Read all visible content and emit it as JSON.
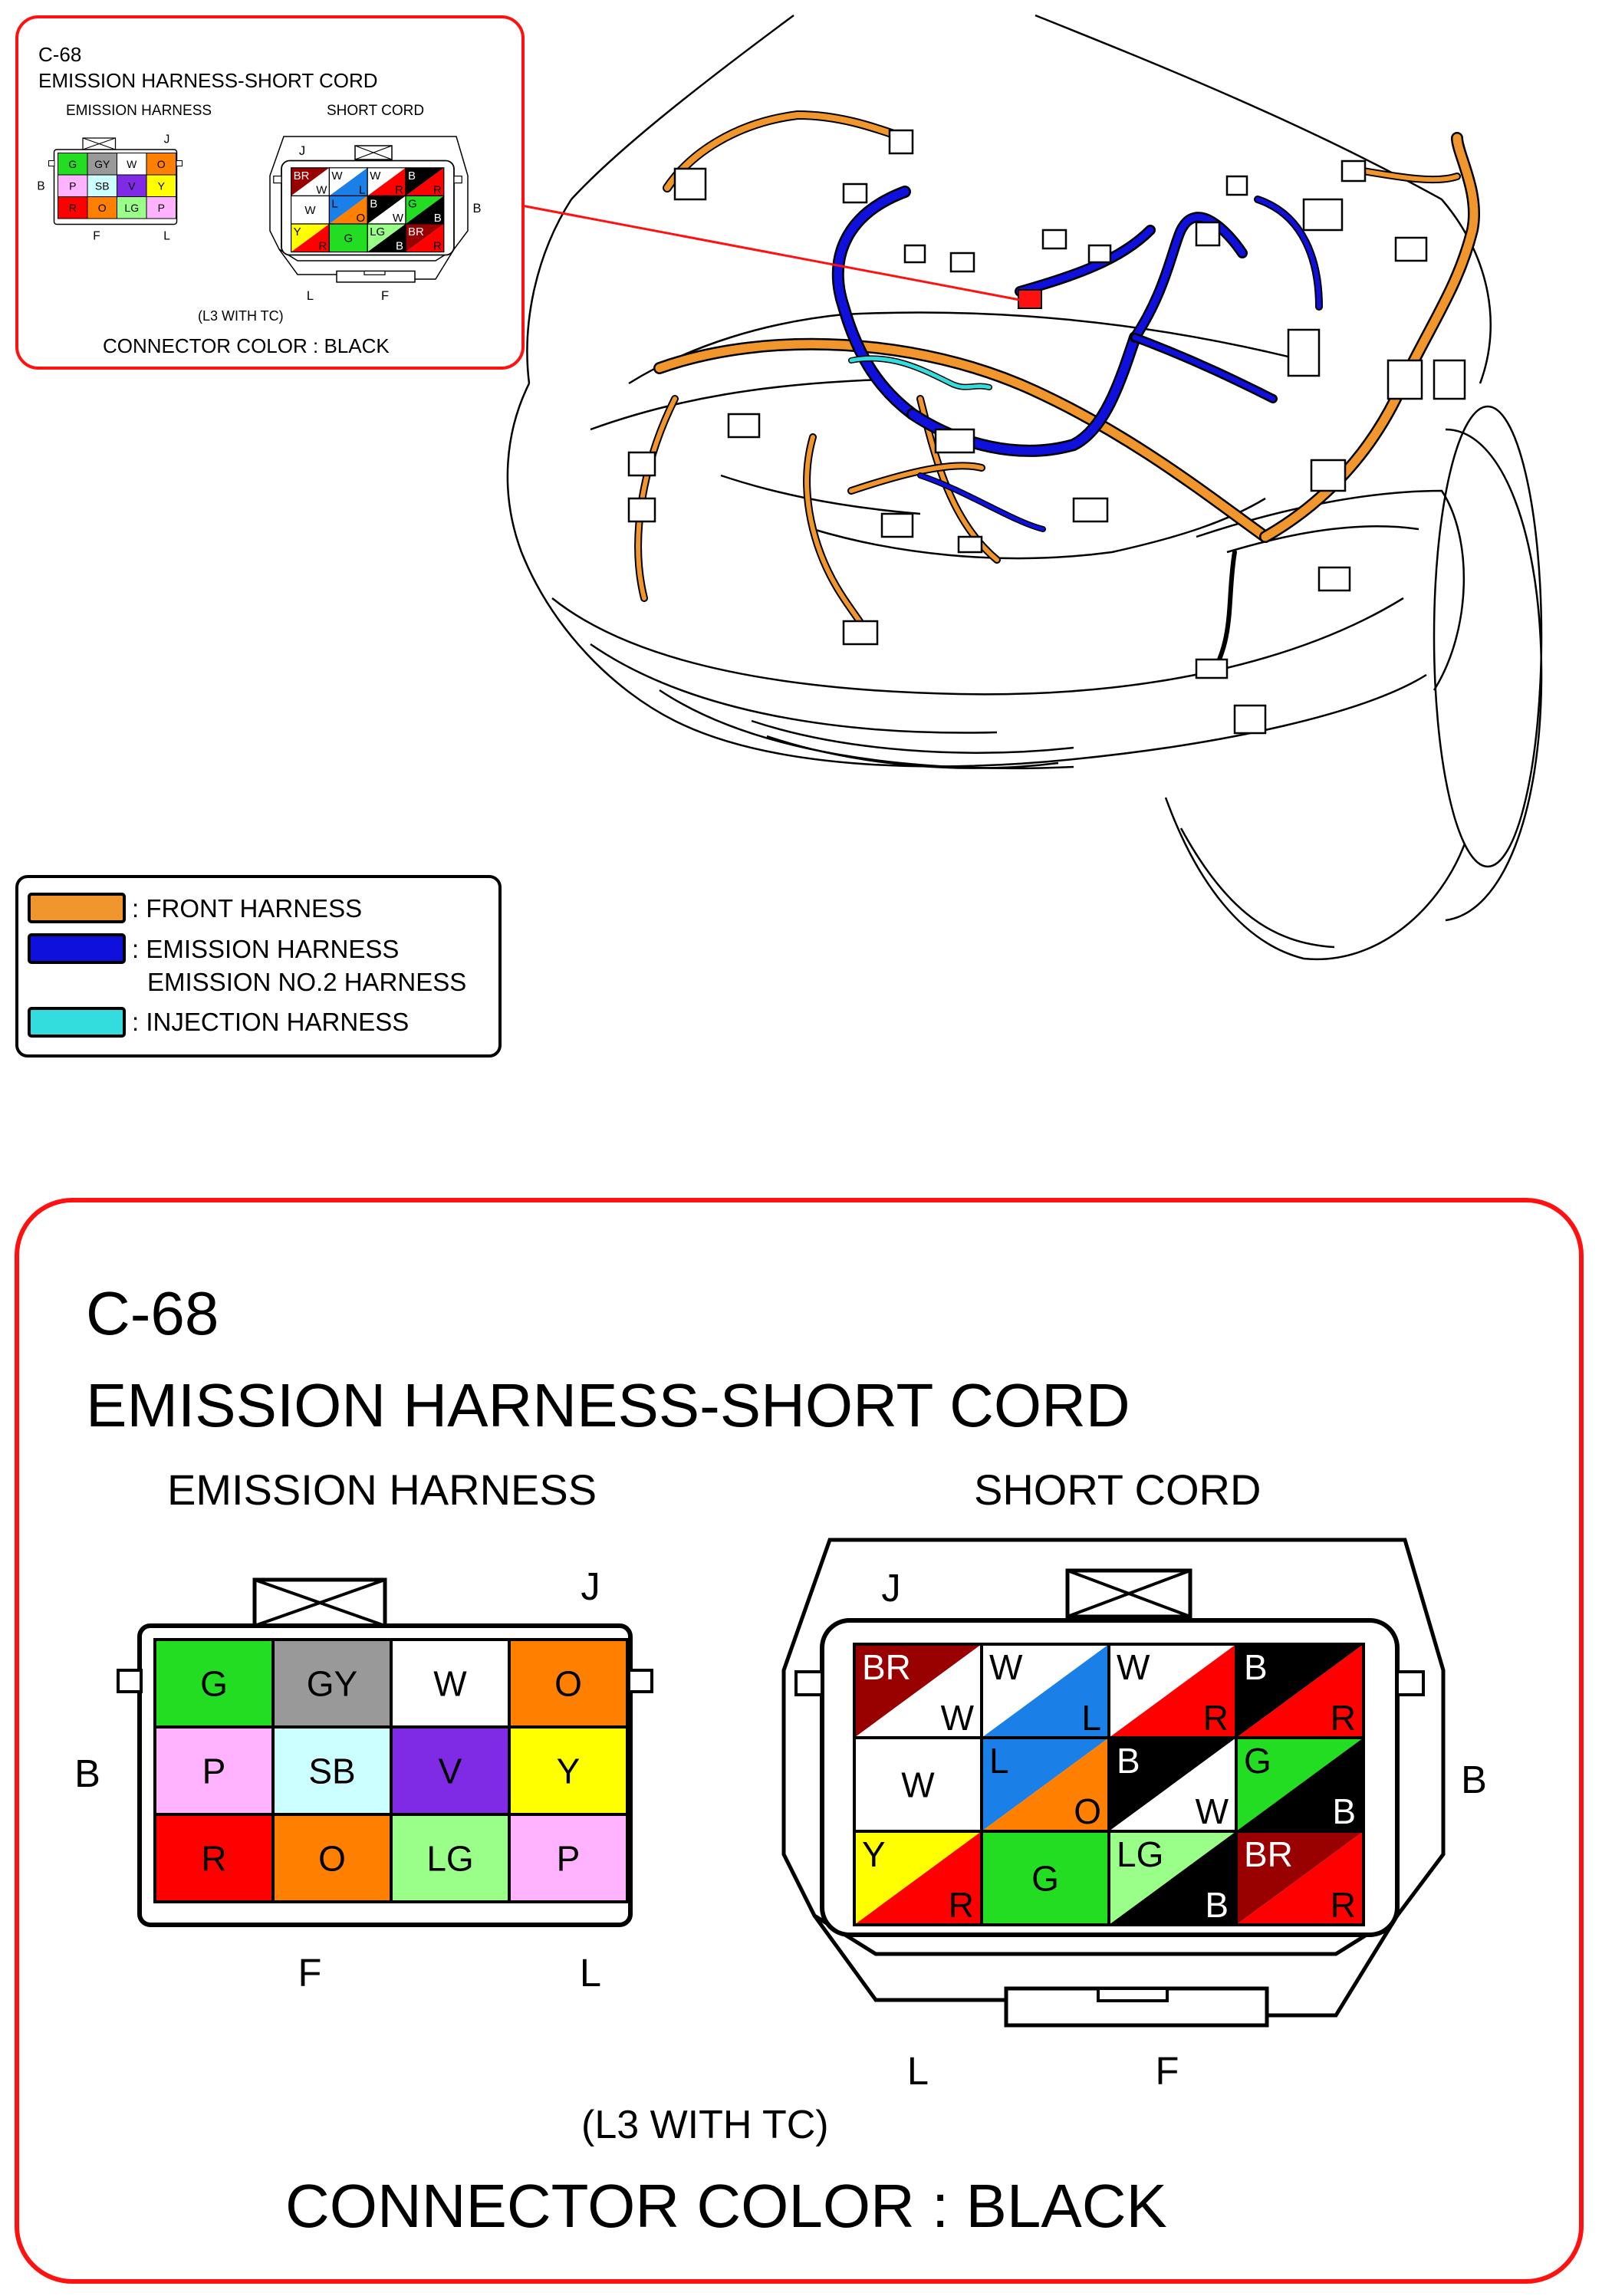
{
  "small_panel": {
    "code": "C-68",
    "title": "EMISSION HARNESS-SHORT CORD",
    "left_label": "EMISSION HARNESS",
    "right_label": "SHORT CORD",
    "variant": "(L3 WITH TC)",
    "connector_color": "CONNECTOR COLOR : BLACK"
  },
  "large_panel": {
    "code": "C-68",
    "title": "EMISSION HARNESS-SHORT CORD",
    "left_label": "EMISSION HARNESS",
    "right_label": "SHORT CORD",
    "variant": "(L3 WITH TC)",
    "connector_color": "CONNECTOR COLOR : BLACK"
  },
  "pin_markers": {
    "J": "J",
    "B": "B",
    "F": "F",
    "L": "L"
  },
  "colors": {
    "G": "#22dd22",
    "GY": "#999999",
    "W": "#ffffff",
    "O": "#ff8000",
    "P": "#ffb3ff",
    "SB": "#ccffff",
    "V": "#7f2be6",
    "Y": "#ffff00",
    "R": "#ff0000",
    "LG": "#99ff88",
    "BR": "#990000",
    "L": "#1a7fe6",
    "B": "#000000",
    "front": "#f0962d",
    "emission": "#1010dd",
    "injection": "#33dddd",
    "frame": "#ff1111"
  },
  "emission_harness_pins": [
    [
      {
        "text": "G",
        "color": "G"
      },
      {
        "text": "GY",
        "color": "GY"
      },
      {
        "text": "W",
        "color": "W"
      },
      {
        "text": "O",
        "color": "O"
      }
    ],
    [
      {
        "text": "P",
        "color": "P"
      },
      {
        "text": "SB",
        "color": "SB"
      },
      {
        "text": "V",
        "color": "V"
      },
      {
        "text": "Y",
        "color": "Y"
      }
    ],
    [
      {
        "text": "R",
        "color": "R"
      },
      {
        "text": "O",
        "color": "O"
      },
      {
        "text": "LG",
        "color": "LG"
      },
      {
        "text": "P",
        "color": "P"
      }
    ]
  ],
  "short_cord_pins": [
    [
      {
        "main": "BR",
        "stripe": "W"
      },
      {
        "main": "W",
        "stripe": "L"
      },
      {
        "main": "W",
        "stripe": "R"
      },
      {
        "main": "B",
        "stripe": "R"
      }
    ],
    [
      {
        "main": "W",
        "stripe": null
      },
      {
        "main": "L",
        "stripe": "O"
      },
      {
        "main": "B",
        "stripe": "W"
      },
      {
        "main": "G",
        "stripe": "B"
      }
    ],
    [
      {
        "main": "Y",
        "stripe": "R"
      },
      {
        "main": "G",
        "stripe": null
      },
      {
        "main": "LG",
        "stripe": "B"
      },
      {
        "main": "BR",
        "stripe": "R"
      }
    ]
  ],
  "legend": [
    {
      "key": "front",
      "lines": [
        ": FRONT HARNESS"
      ]
    },
    {
      "key": "emission",
      "lines": [
        ": EMISSION HARNESS",
        "EMISSION NO.2 HARNESS"
      ]
    },
    {
      "key": "injection",
      "lines": [
        ": INJECTION HARNESS"
      ]
    }
  ]
}
